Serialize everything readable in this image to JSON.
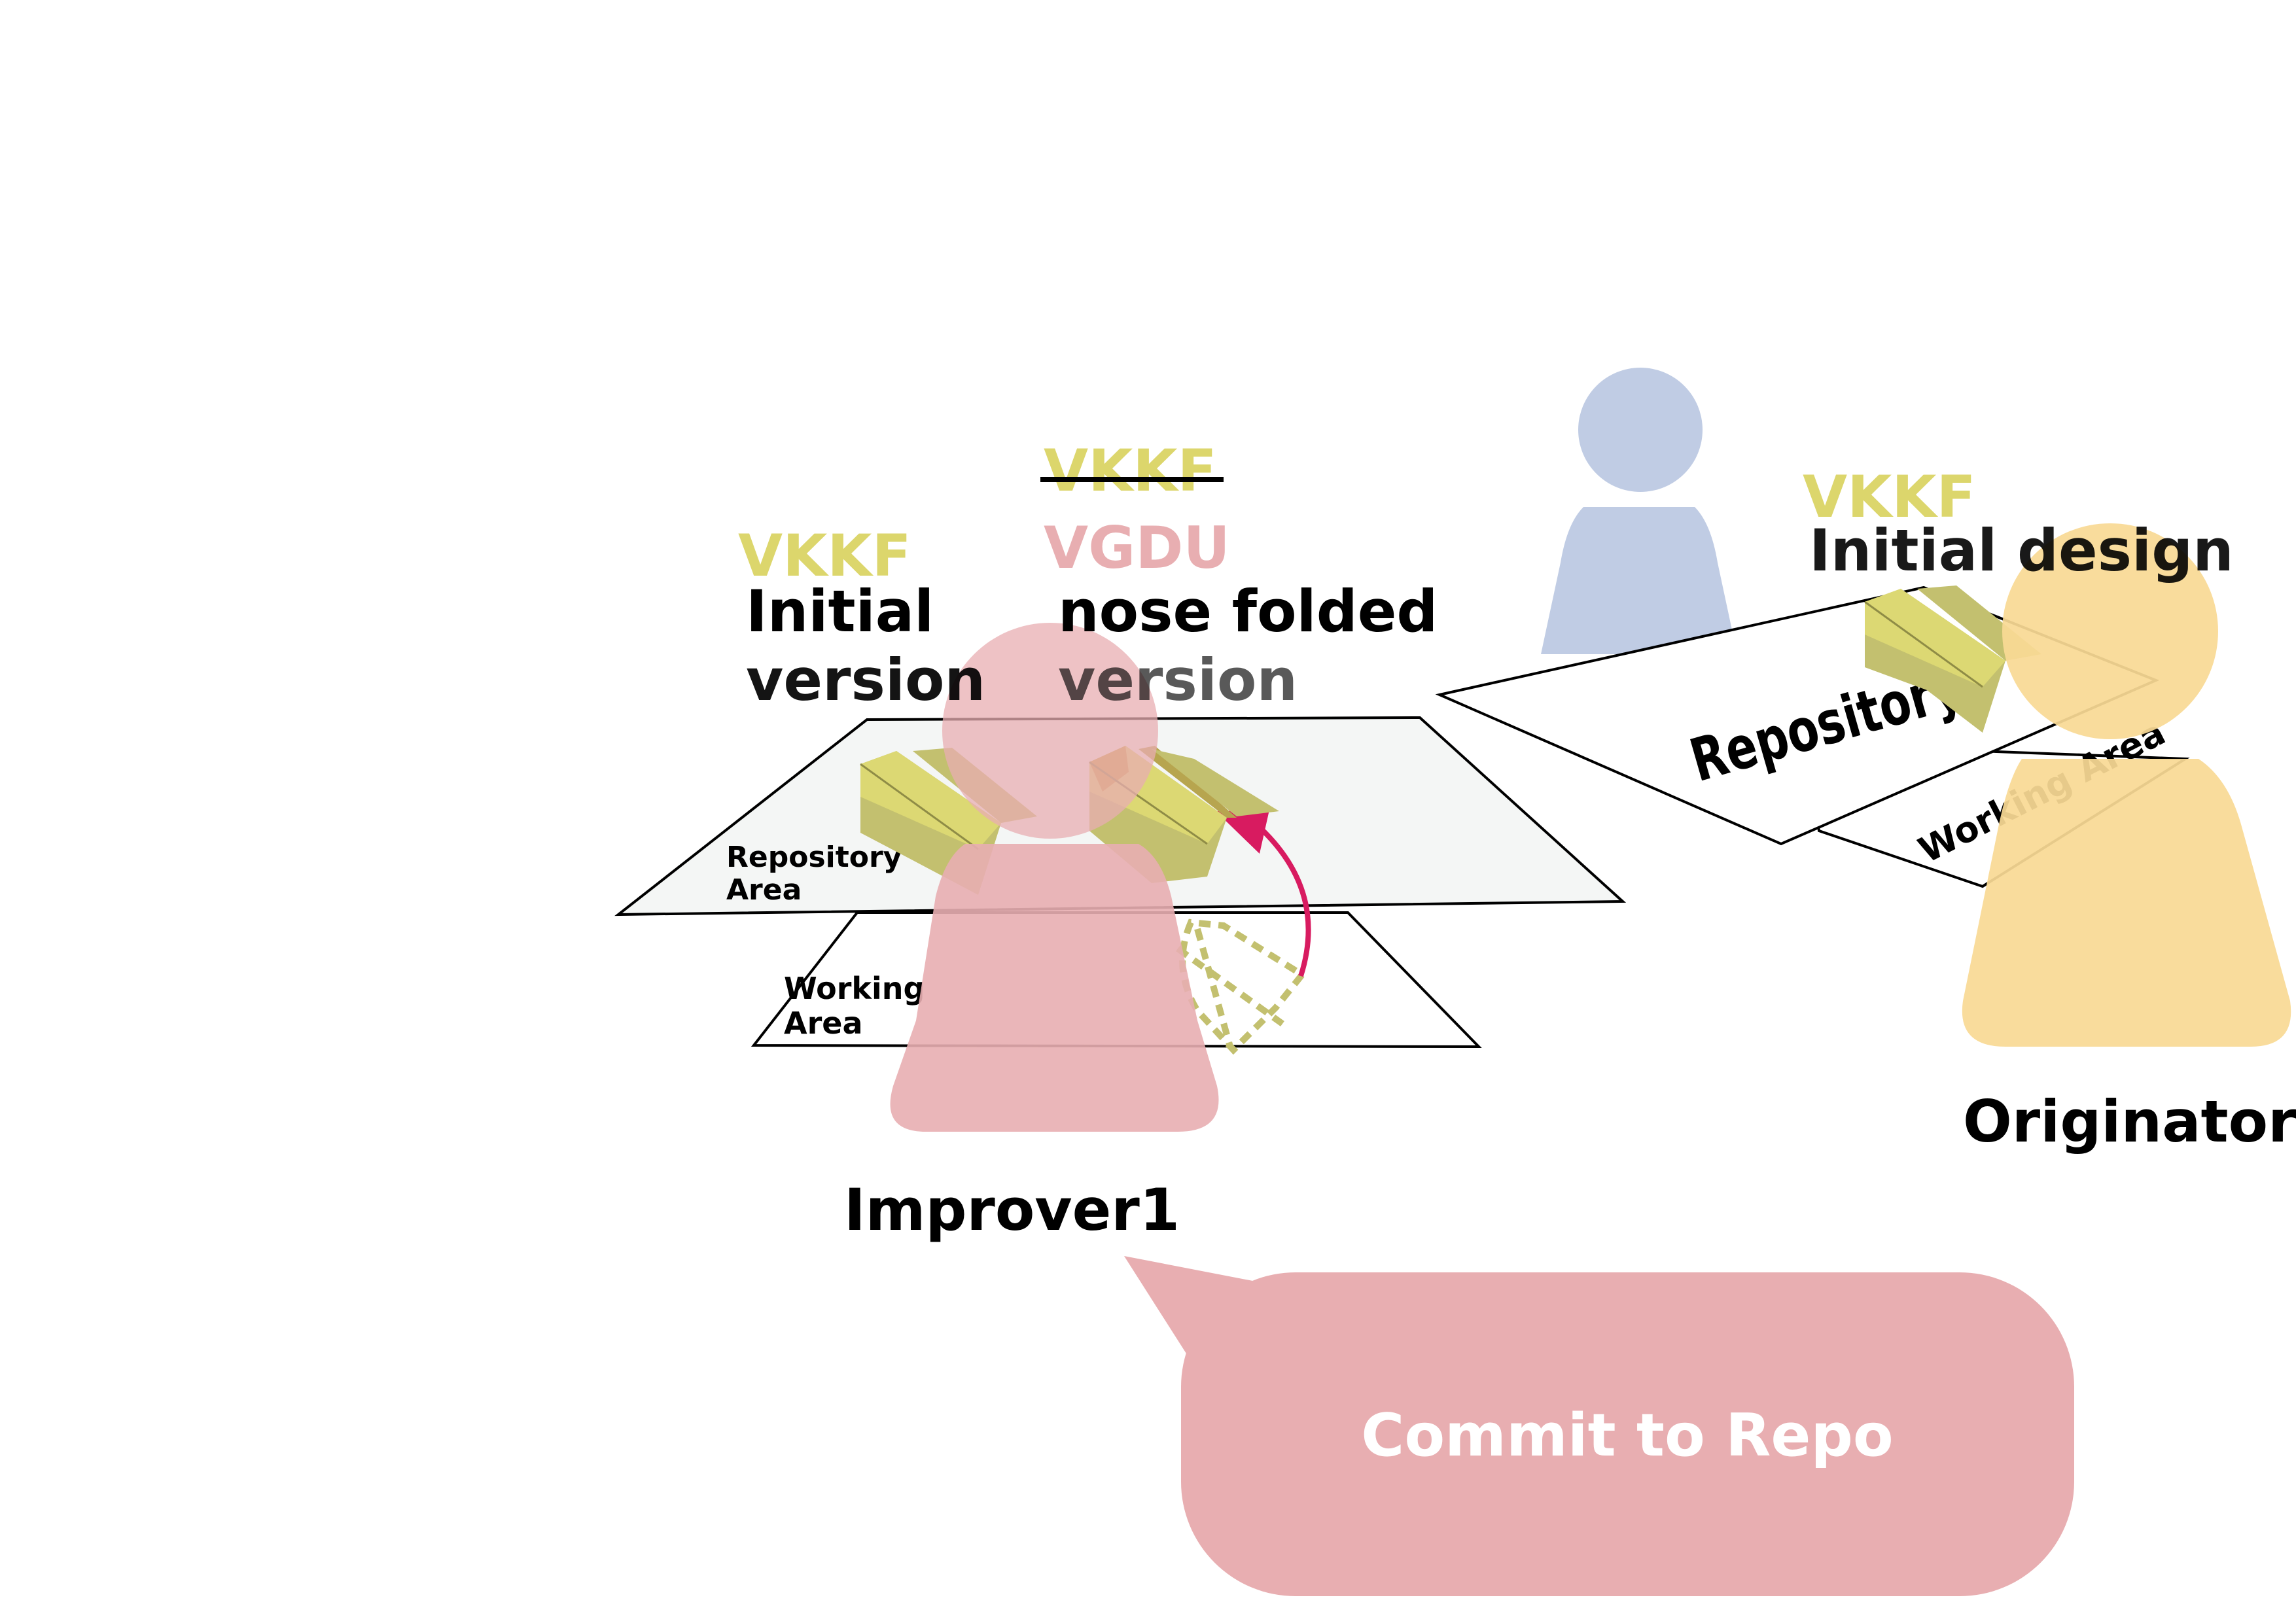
{
  "colors": {
    "improver": "#e8aeb1",
    "improver_head_overlay": "#e3b09a",
    "originator": "#f9d994",
    "bystander": "#c0cce4",
    "code_yellow": "#dcd66c",
    "code_pink": "#e8aeb1",
    "plane_yellow": "#dcd873",
    "plane_olive": "#c3c06f",
    "arrow": "#d81b60",
    "sheet_fill": "#f4f6f5"
  },
  "improver1": {
    "name": "Improver1",
    "initial": {
      "code": "VKKF",
      "line1": "Initial",
      "line2": "version"
    },
    "modified": {
      "old_code": "VKKF",
      "new_code": "VGDU",
      "line1": "nose folded",
      "line2": "version"
    },
    "repository_label": {
      "line1": "Repository",
      "line2": "Area"
    },
    "working_label": {
      "line1": "Working",
      "line2": "Area"
    }
  },
  "originator": {
    "name": "Originator",
    "code": "VKKF",
    "design_label": "Initial design",
    "repository_label": "Repository",
    "working_label": "Working Area"
  },
  "speech_bubble": {
    "text": "Commit to Repo"
  },
  "icons": {
    "improver_person": "person-icon",
    "originator_person": "person-icon",
    "bystander_person": "person-icon",
    "plane": "paper-plane-icon",
    "arrow": "curved-arrow-icon"
  }
}
